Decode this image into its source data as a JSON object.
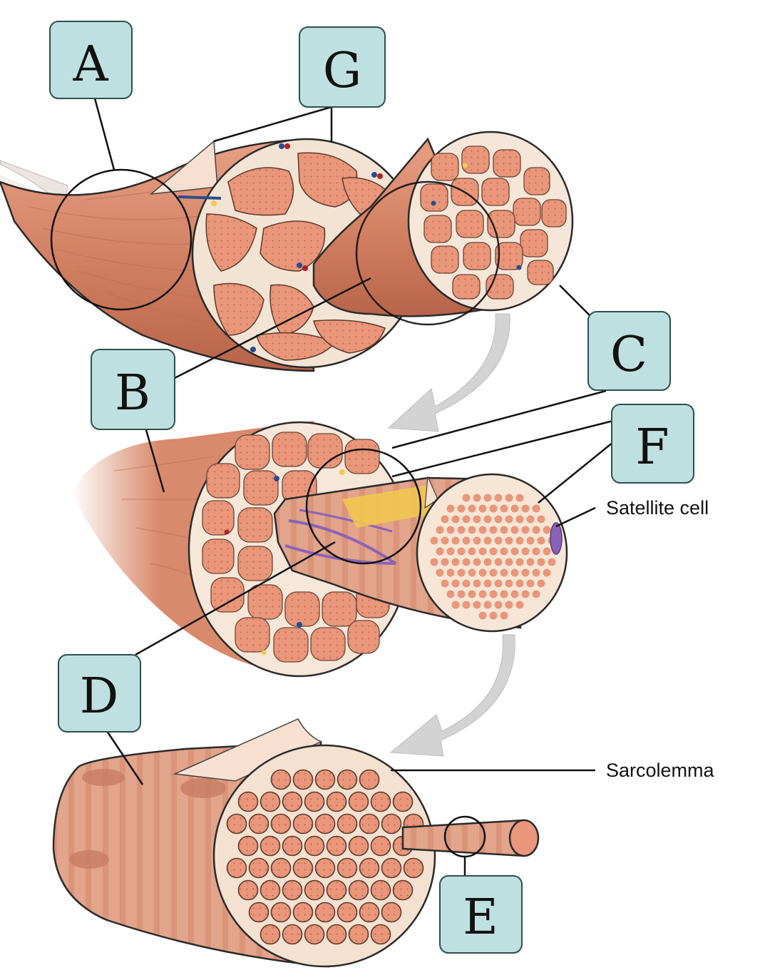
{
  "labels": {
    "A": "A",
    "B": "B",
    "C": "C",
    "D": "D",
    "E": "E",
    "F": "F",
    "G": "G"
  },
  "annotations": {
    "satellite_cell": "Satellite cell",
    "sarcolemma": "Sarcolemma"
  },
  "colors": {
    "muscle": "#d98a6c",
    "muscle_dark": "#b8644a",
    "connective": "#f6e6d6",
    "label_fill": "#bfe0e0",
    "arrow": "#cfcfcf",
    "nerve_purple": "#8a63b8",
    "fat_yellow": "#f2c94c"
  }
}
